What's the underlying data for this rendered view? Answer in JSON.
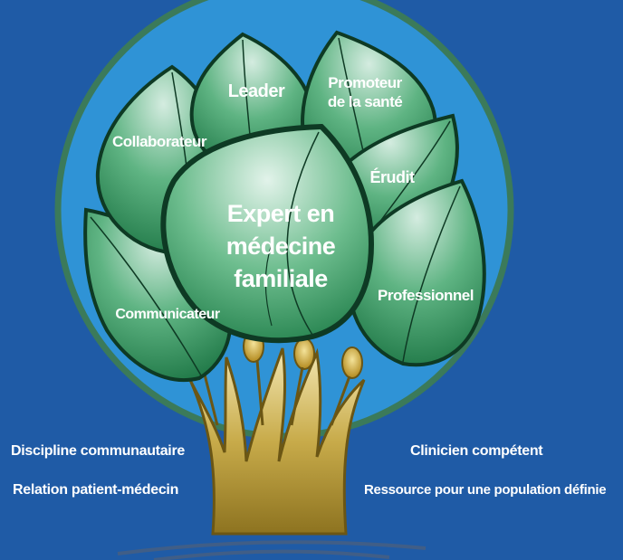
{
  "colors": {
    "background": "#1f5ba6",
    "circle_fill": "#2f93d6",
    "circle_ring": "#3b7a5a",
    "leaf_light": "#cfe9dc",
    "leaf_dark": "#1d7a45",
    "trunk": "#b89a3c",
    "text": "#ffffff"
  },
  "leaves": {
    "collaborateur": "Collaborateur",
    "leader": "Leader",
    "promoteur_line1": "Promoteur",
    "promoteur_line2": "de la santé",
    "erudit": "Érudit",
    "center_line1": "Expert en",
    "center_line2": "médecine",
    "center_line3": "familiale",
    "communicateur": "Communicateur",
    "professionnel": "Professionnel"
  },
  "roots": {
    "left_1": "Discipline communautaire",
    "left_2": "Relation patient-médecin",
    "right_1": "Clinicien compétent",
    "right_2": "Ressource pour une population définie"
  }
}
